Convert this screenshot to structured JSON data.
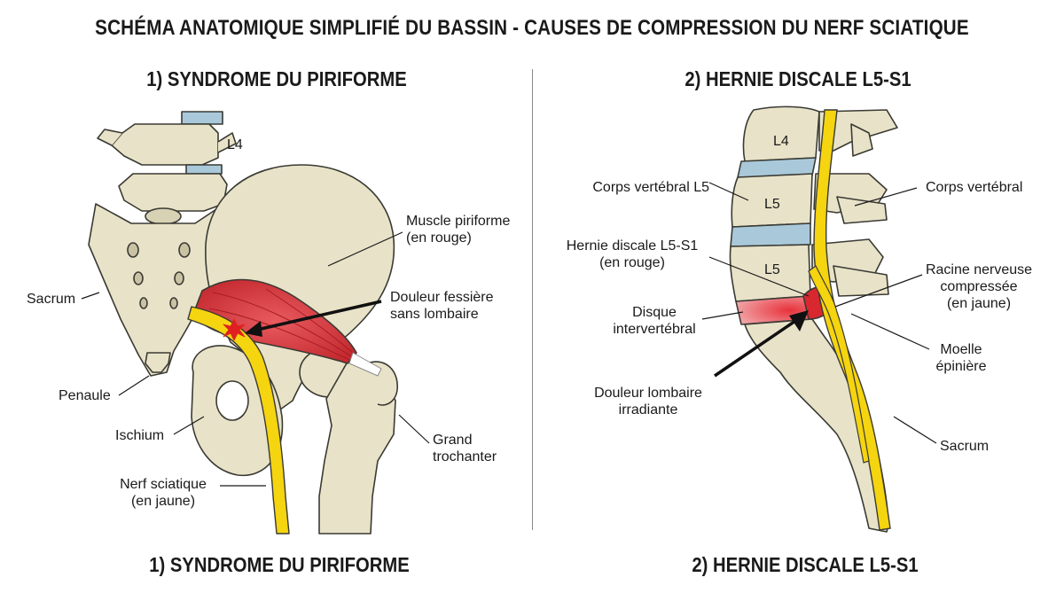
{
  "title": "SCHÉMA ANATOMIQUE SIMPLIFIÉ DU BASSIN - CAUSES DE COMPRESSION DU NERF SCIATIQUE",
  "colors": {
    "bone": "#e8e3c8",
    "bone_outline": "#3a3a34",
    "nerve": "#f5d410",
    "muscle": "#d8383e",
    "disc": "#a9c9da",
    "divider": "#8a8a8a"
  },
  "left_panel": {
    "title_top": "1) SYNDROME DU PIRIFORME",
    "title_bottom": "1) SYNDROME DU PIRIFORME",
    "labels": {
      "l4": "L4",
      "muscle_piriforme_1": "Muscle piriforme",
      "muscle_piriforme_2": "(en rouge)",
      "sacrum": "Sacrum",
      "douleur_1": "Douleur fessière",
      "douleur_2": "sans lombaire",
      "penaule": "Penaule",
      "ischium": "Ischium",
      "grand_trochanter_1": "Grand",
      "grand_trochanter_2": "trochanter",
      "nerf_sciatique_1": "Nerf sciatique",
      "nerf_sciatique_2": "(en jaune)"
    }
  },
  "right_panel": {
    "title_top": "2) HERNIE DISCALE L5-S1",
    "title_bottom": "2) HERNIE DISCALE L5-S1",
    "labels": {
      "l4": "L4",
      "l5_upper": "L5",
      "l5_lower": "L5",
      "corps_vertebral_l5": "Corps vertébral L5",
      "corps_vertebral": "Corps vertébral",
      "hernie_1": "Hernie discale L5-S1",
      "hernie_2": "(en rouge)",
      "racine_1": "Racine nerveuse",
      "racine_2": "compressée",
      "racine_3": "(en jaune)",
      "disque_1": "Disque",
      "disque_2": "intervertébral",
      "moelle_1": "Moelle",
      "moelle_2": "épinière",
      "douleur_1": "Douleur lombaire",
      "douleur_2": "irradiante",
      "sacrum": "Sacrum"
    }
  }
}
